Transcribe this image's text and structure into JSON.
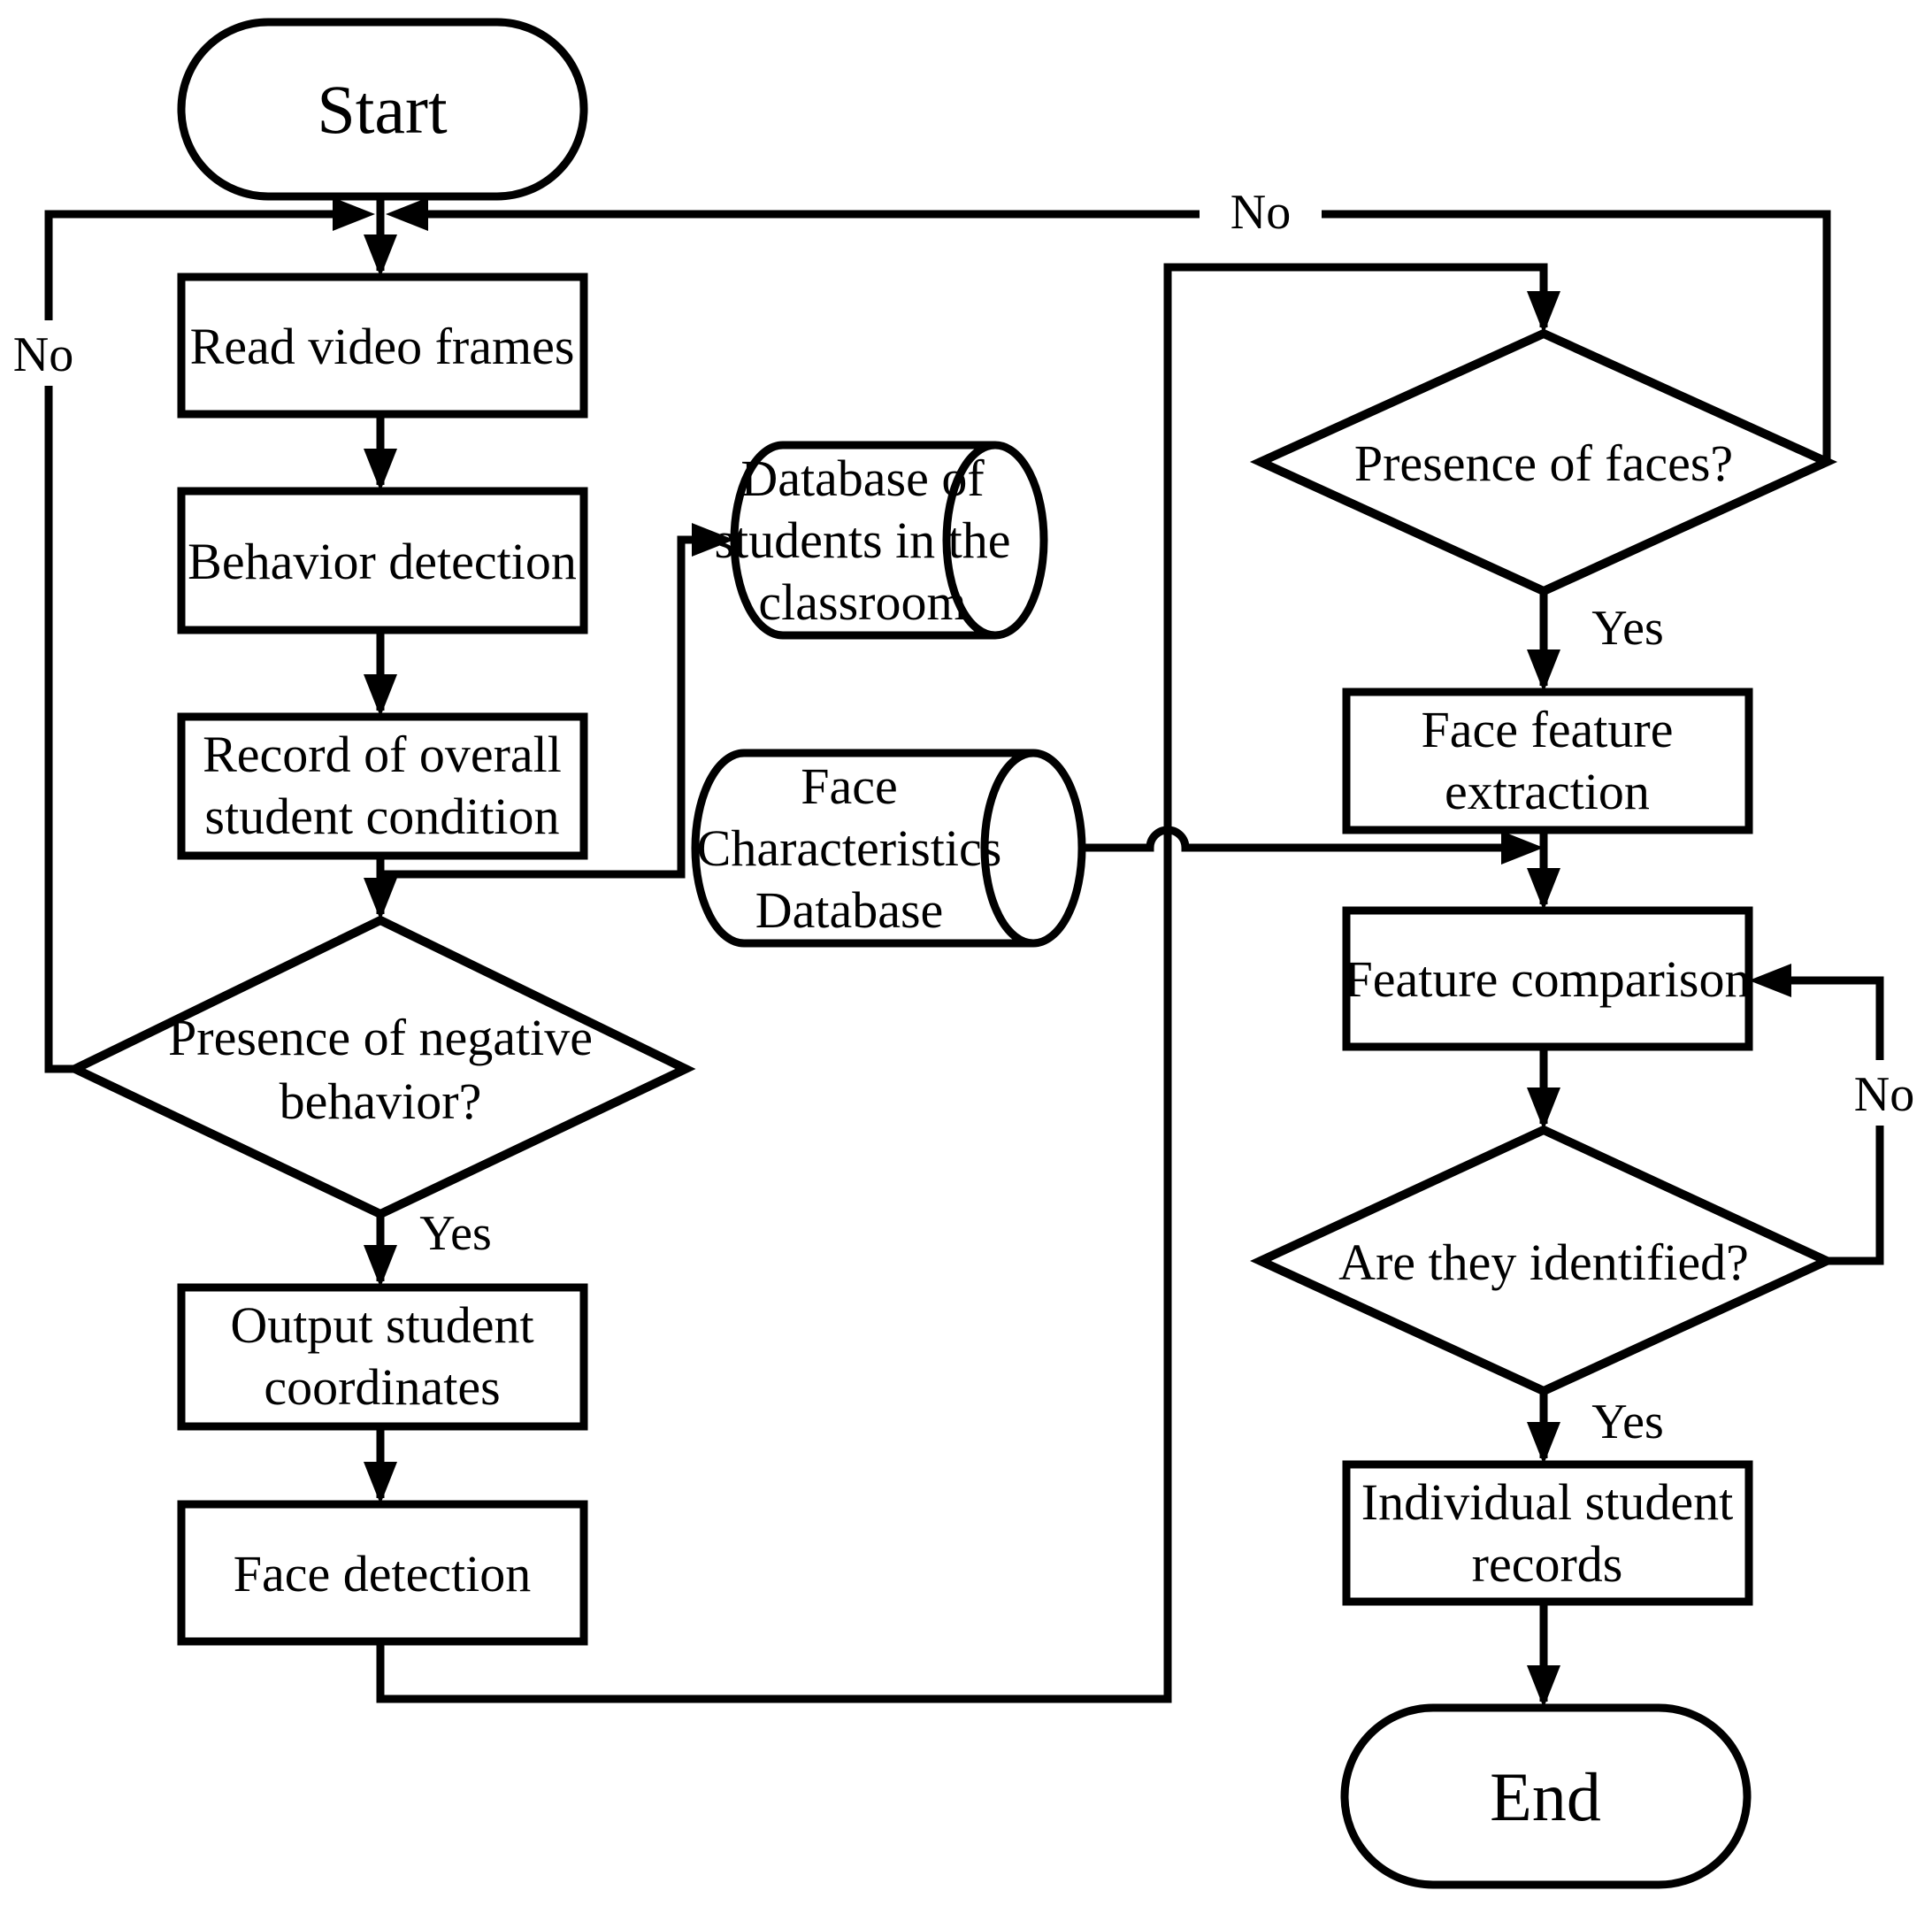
{
  "nodes": {
    "start": {
      "label": "Start"
    },
    "read": {
      "lines": [
        "Read video frames"
      ]
    },
    "behavior": {
      "lines": [
        "Behavior detection"
      ]
    },
    "record": {
      "lines": [
        "Record of overall",
        "student condition"
      ]
    },
    "negative_behavior": {
      "lines": [
        "Presence of negative",
        "behavior?"
      ]
    },
    "output_coords": {
      "lines": [
        "Output student",
        "coordinates"
      ]
    },
    "face_detection": {
      "lines": [
        "Face detection"
      ]
    },
    "db_students": {
      "lines": [
        "Database of",
        "students in the",
        "classroom"
      ]
    },
    "db_face": {
      "lines": [
        "Face",
        "Characteristics",
        "Database"
      ]
    },
    "presence_faces": {
      "lines": [
        "Presence of faces?"
      ]
    },
    "feature_extraction": {
      "lines": [
        "Face feature",
        "extraction"
      ]
    },
    "feature_comparison": {
      "lines": [
        "Feature comparison"
      ]
    },
    "identified": {
      "lines": [
        "Are they identified?"
      ]
    },
    "individual_records": {
      "lines": [
        "Individual student",
        "records"
      ]
    },
    "end": {
      "label": "End"
    }
  },
  "edge_labels": {
    "no_left": "No",
    "no_top": "No",
    "no_right": "No",
    "yes_negative": "Yes",
    "yes_faces": "Yes",
    "yes_identified": "Yes"
  },
  "colors": {
    "stroke": "#000000",
    "background": "#ffffff"
  }
}
